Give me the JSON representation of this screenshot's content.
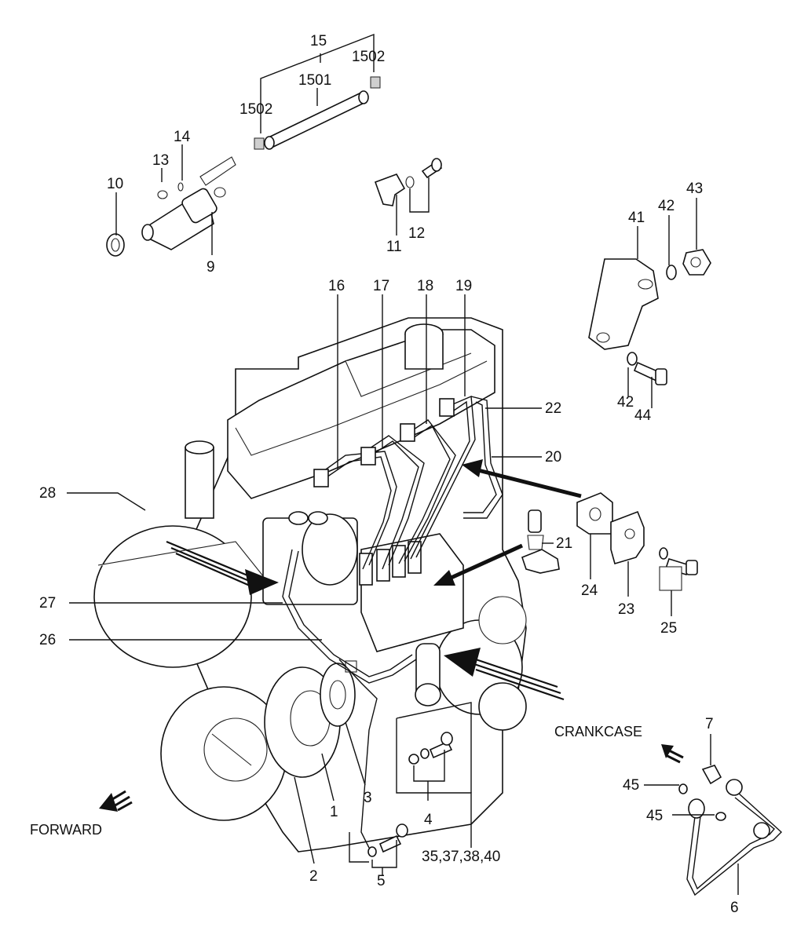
{
  "labels": {
    "l15": "15",
    "l1502a": "1502",
    "l1501": "1501",
    "l1502b": "1502",
    "l14": "14",
    "l13": "13",
    "l10": "10",
    "l9": "9",
    "l11": "11",
    "l12": "12",
    "l41": "41",
    "l42a": "42",
    "l43": "43",
    "l42b": "42",
    "l44": "44",
    "l16": "16",
    "l17": "17",
    "l18": "18",
    "l19": "19",
    "l22": "22",
    "l20": "20",
    "l28": "28",
    "l21": "21",
    "l24": "24",
    "l23": "23",
    "l25": "25",
    "l27": "27",
    "l26": "26",
    "l7": "7",
    "l45a": "45",
    "l45b": "45",
    "l6": "6",
    "l1": "1",
    "l2": "2",
    "l3": "3",
    "l4": "4",
    "l5": "5",
    "l35": "35,37,38,40"
  },
  "callouts": {
    "crankcase": "CRANKCASE",
    "forward": "FORWARD"
  }
}
